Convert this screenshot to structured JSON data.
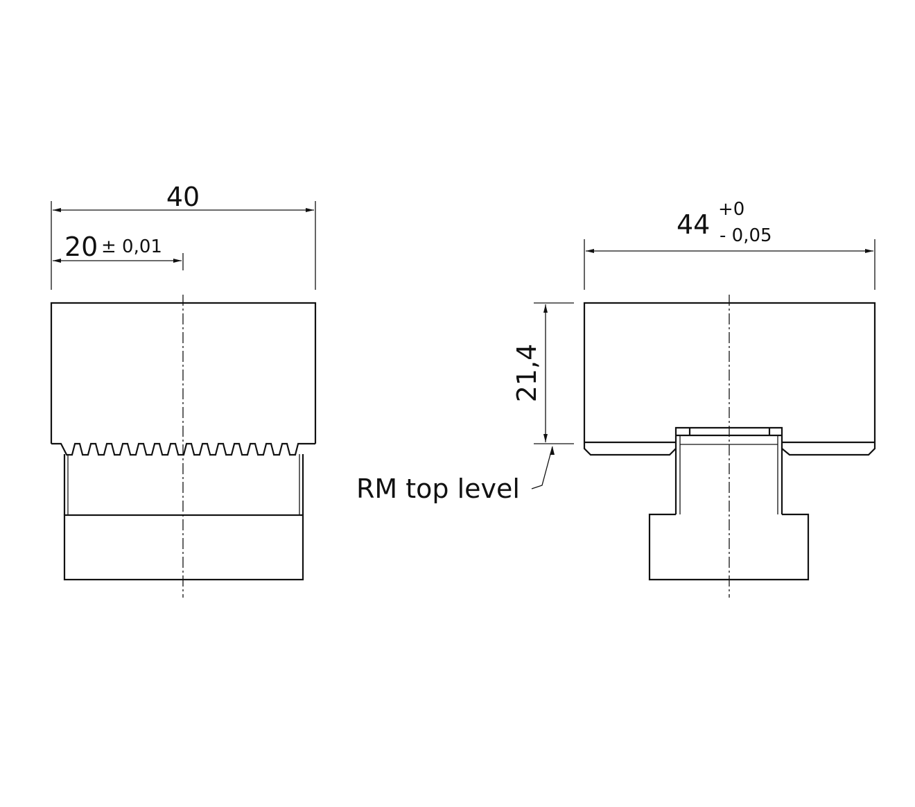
{
  "left_view": {
    "dim_width": "40",
    "dim_half": "20",
    "dim_half_tol": "± 0,01"
  },
  "right_view": {
    "dim_width": "44",
    "dim_tol_upper": "+0",
    "dim_tol_lower": "- 0,05",
    "dim_height": "21,4",
    "leader_label": "RM top level"
  },
  "colors": {
    "line": "#111111",
    "background": "#ffffff"
  }
}
